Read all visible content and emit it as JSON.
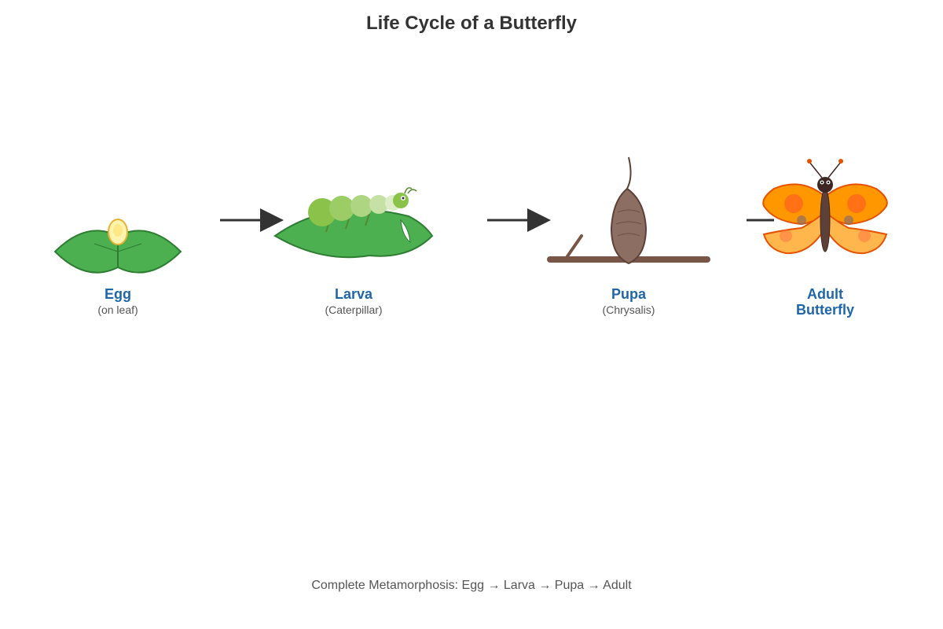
{
  "title": "Life Cycle of a Butterfly",
  "stages": [
    {
      "name": "Egg",
      "subtitle": "(on leaf)"
    },
    {
      "name": "Larva",
      "subtitle": "(Caterpillar)"
    },
    {
      "name": "Pupa",
      "subtitle": "(Chrysalis)"
    },
    {
      "name": "Adult Butterfly",
      "name_line1": "Adult",
      "name_line2": "Butterfly",
      "subtitle": ""
    }
  ],
  "footer": "Complete Metamorphosis: Egg → Larva → Pupa → Adult",
  "colors": {
    "leaf": "#4caf50",
    "leaf_stroke": "#2e7d32",
    "egg": "#fff3b0",
    "caterpillar": "#8bc34a",
    "chrysalis": "#8d6e63",
    "branch": "#795548",
    "wing": "#ff9800",
    "wing_lower": "#ffb74d",
    "label": "#1f66a8"
  }
}
